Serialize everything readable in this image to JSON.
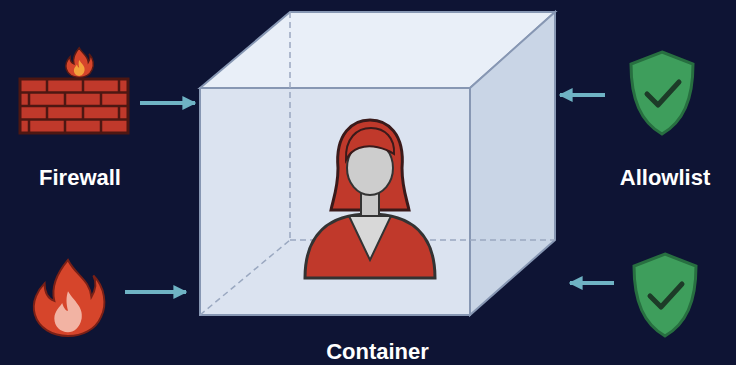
{
  "diagram": {
    "nodes": [
      {
        "text": [
          "Container"
        ]
      },
      {
        "text": [
          "Firewall"
        ]
      },
      {
        "text": [
          "Allowlist"
        ]
      }
    ],
    "edges": [
      {
        "from": 1,
        "to": 0,
        "arrow": "to"
      },
      {
        "from": 2,
        "to": 0,
        "arrow": "to"
      }
    ]
  }
}
